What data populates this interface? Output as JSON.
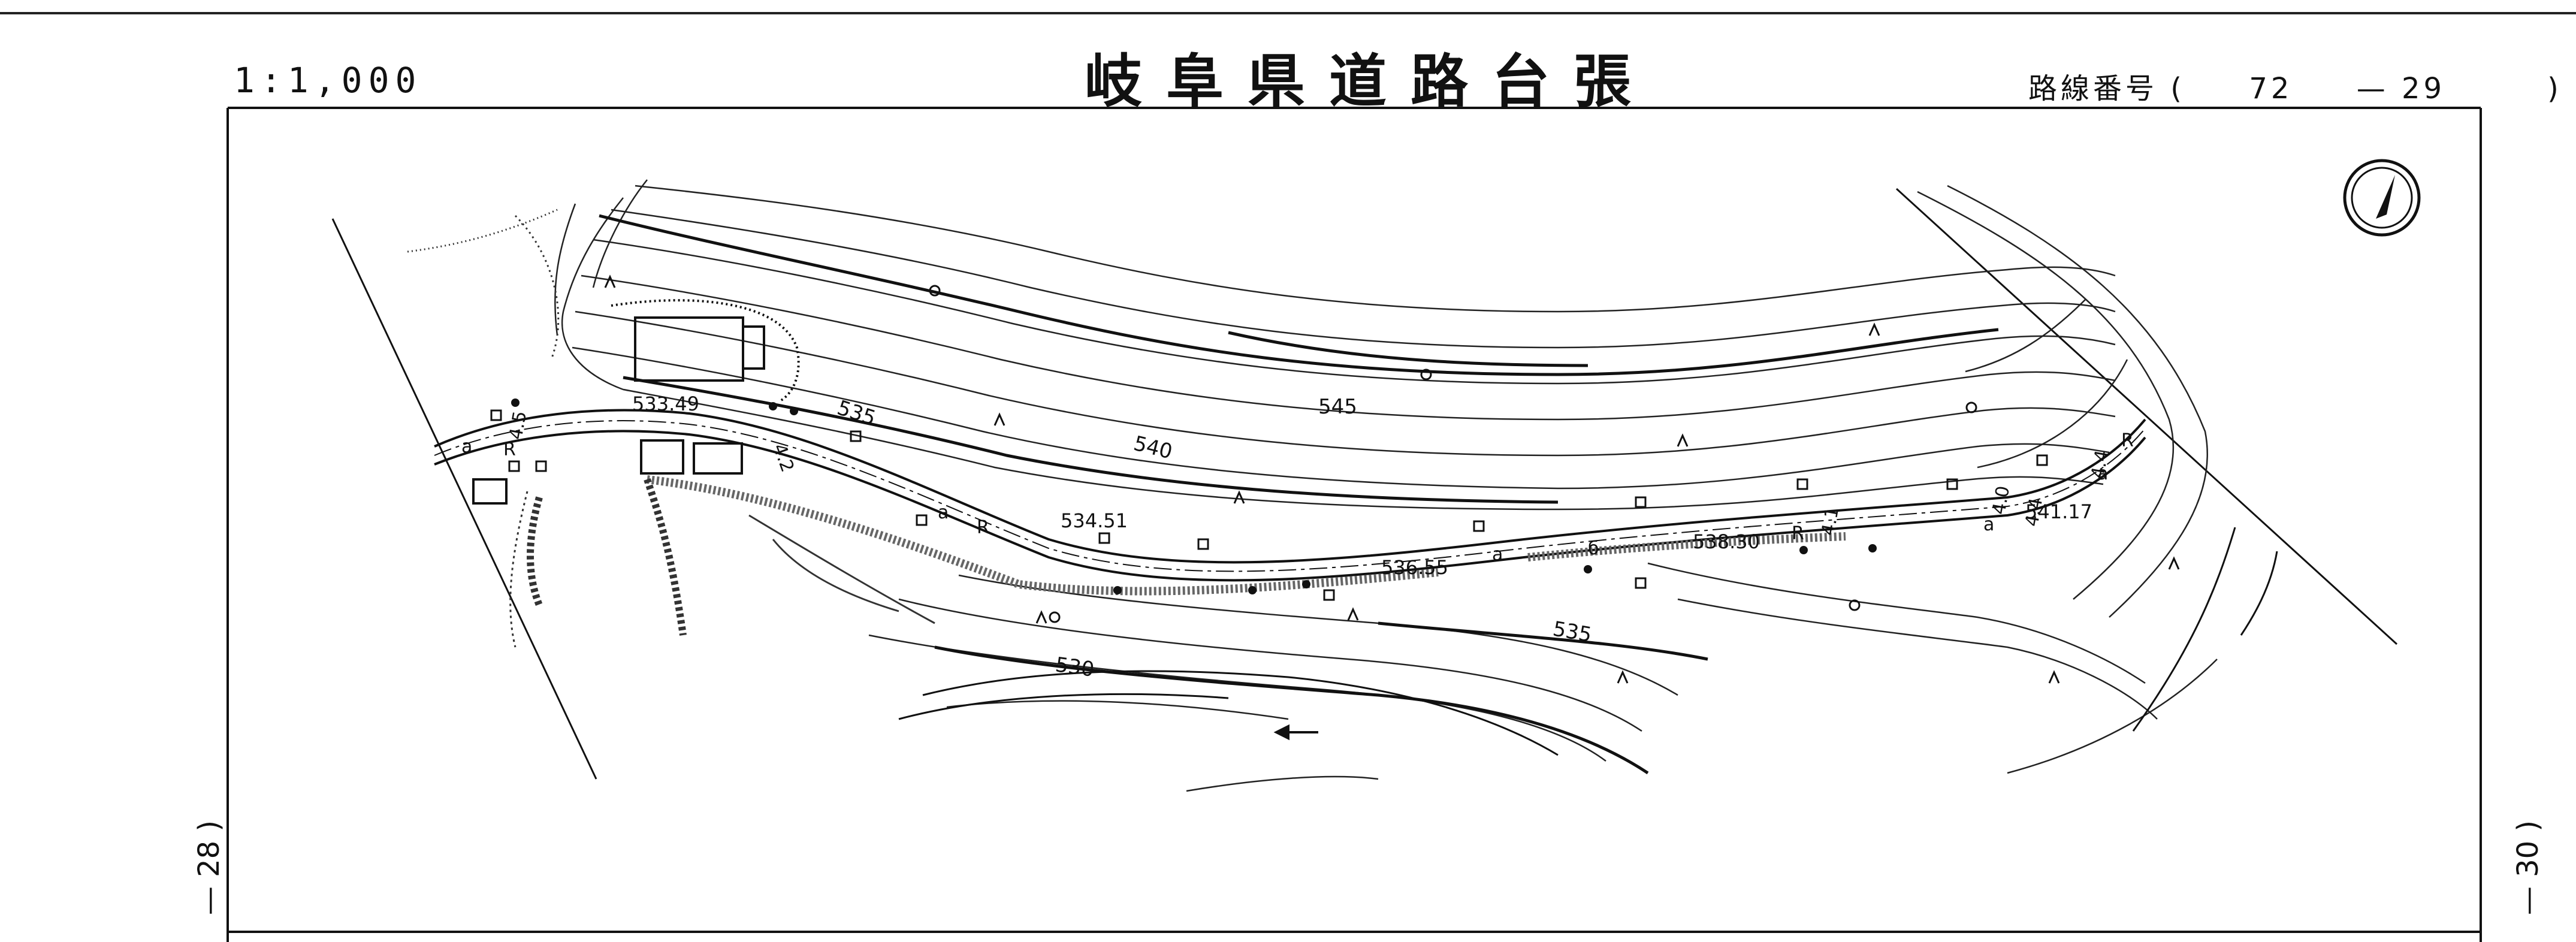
{
  "header": {
    "scale": "1:1,000",
    "title": "岐阜県道路台張",
    "route_label": "路線番号",
    "route_paren_open": "(",
    "route_number": "72",
    "route_dash": "—",
    "route_sheet": "29",
    "route_paren_close": ")"
  },
  "side_labels": {
    "left": "— 28 )",
    "right": "— 30 )"
  },
  "map": {
    "icons": {
      "north": "north-arrow-icon",
      "flow": "flow-arrow-icon"
    },
    "contour_labels": [
      "535",
      "545",
      "540",
      "535",
      "530"
    ],
    "spot_heights": [
      "533.49",
      "534.51",
      "536.55",
      "538.30",
      "541.17"
    ],
    "road_widths": [
      "4.5",
      "4.2",
      "4.1",
      "4.0",
      "4.4",
      "4.4"
    ],
    "symbol_letters": [
      "a",
      "R",
      "a",
      "R",
      "a",
      "б",
      "R",
      "a",
      "R",
      "a"
    ]
  }
}
